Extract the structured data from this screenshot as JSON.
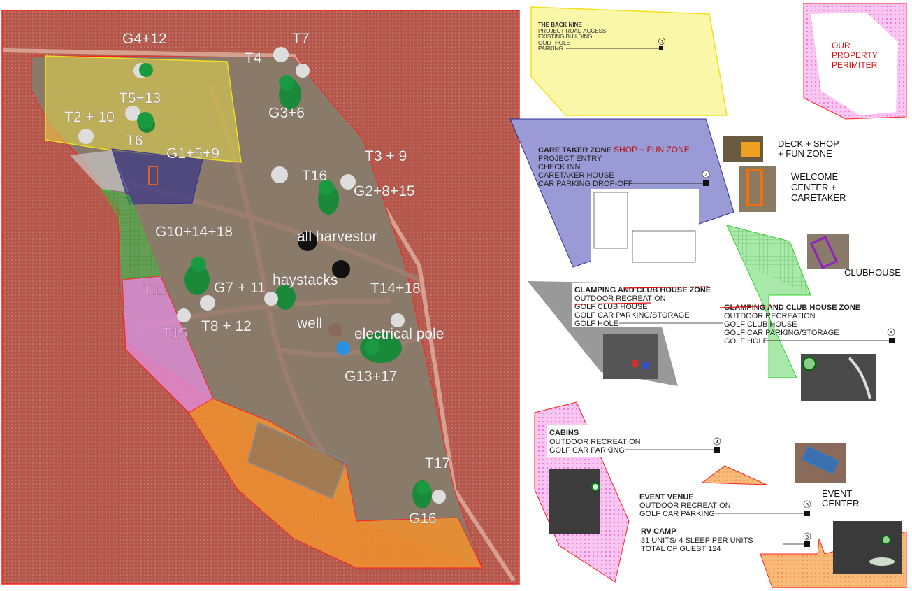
{
  "map": {
    "labels": {
      "g4_12": "G4+12",
      "t7": "T7",
      "t4": "T4",
      "t5_13": "T5+13",
      "t2_10": "T2 + 10",
      "t6": "T6",
      "g3_6": "G3+6",
      "g1_5_9": "G1+5+9",
      "t3_9": "T3 + 9",
      "t16": "T16",
      "g2_8_15": "G2+8+15",
      "g10_14_18": "G10+14+18",
      "all_harvestor": "all harvestor",
      "haystacks": "haystacks",
      "t14_18": "T14+18",
      "g7_11": "G7 + 11",
      "t11": "T11",
      "t15": "T15",
      "t8_12": "T8 + 12",
      "well": "well",
      "electrical_pole": "electrical pole",
      "g13_17": "G13+17",
      "t17": "T17",
      "g16": "G16"
    },
    "colors": {
      "perimeter_bg": "#b5574a",
      "site": "#8a7a6a",
      "yellow_zone": "#e8d84a",
      "blue_zone": "#3a3a9a",
      "green_zone": "#3fbf3f",
      "pink_zone": "#e58fe0",
      "orange_zone": "#f0922e",
      "boundary": "#ff0000"
    }
  },
  "legend": {
    "back_nine": {
      "title": "THE BACK NINE",
      "items": [
        "PROJECT ROAD ACCESS",
        "EXISTING BUILDING",
        "GOLF HOLE",
        "PARKING"
      ],
      "number": "1"
    },
    "perimeter": {
      "line1": "OUR",
      "line2": "PROPERTY",
      "line3": "PERIMITER"
    },
    "caretaker": {
      "title": "CARE TAKER ZONE",
      "subtitle": "SHOP + FUN ZONE",
      "items": [
        "PROJECT ENTRY",
        "CHECK INN",
        "CARETAKER HOUSE",
        "CAR PARKING DROP-OFF"
      ],
      "number": "2"
    },
    "deck_shop": {
      "line1": "DECK + SHOP",
      "line2": "+ FUN ZONE"
    },
    "welcome": {
      "line1": "WELCOME",
      "line2": "CENTER +",
      "line3": "CARETAKER"
    },
    "clubhouse": "CLUBHOUSE",
    "glamping_old": {
      "title": "GLAMPING AND CLUB HOUSE ZONE",
      "items": [
        "OUTDOOR RECREATION",
        "GOLF CLUB HOUSE",
        "GOLF CAR PARKING/STORAGE",
        "GOLF HOLE"
      ]
    },
    "glamping": {
      "title": "GLAMPING AND CLUB HOUSE ZONE",
      "items": [
        "OUTDOOR RECREATION",
        "GOLF CLUB HOUSE",
        "GOLF CAR PARKING/STORAGE",
        "GOLF HOLE"
      ],
      "number": "3"
    },
    "cabins": {
      "title": "CABINS",
      "items": [
        "OUTDOOR RECREATION",
        "GOLF CAR PARKING"
      ],
      "number": "4"
    },
    "event_venue": {
      "title": "EVENT VENUE",
      "items": [
        "OUTDOOR RECREATION",
        "GOLF CAR PARKING"
      ],
      "number": "5"
    },
    "event_center": {
      "line1": "EVENT",
      "line2": "CENTER"
    },
    "rv_camp": {
      "title": "RV CAMP",
      "items": [
        "31 UNITS/ 4 SLEEP PER UNITS",
        "TOTAL  OF GUEST 124"
      ],
      "number": "6"
    }
  }
}
